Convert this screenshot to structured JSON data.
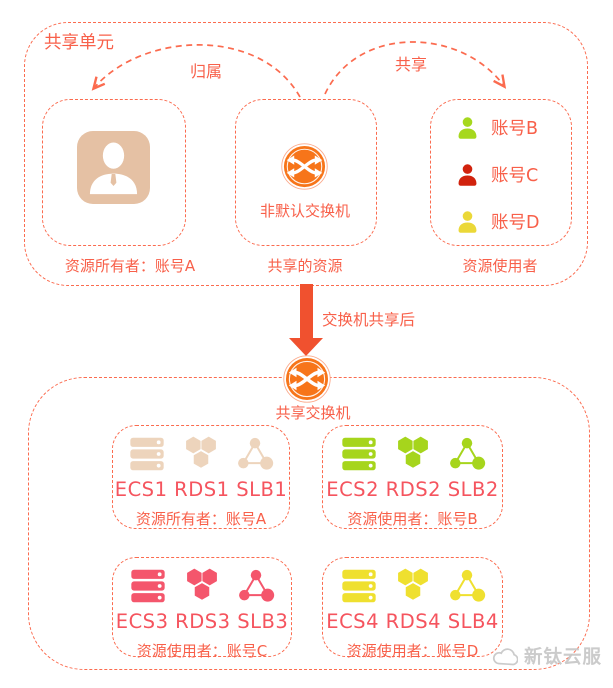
{
  "colors": {
    "accent": "#FB6B4F",
    "label_text": "#F8604A",
    "resource_text": "#F5545E",
    "switch_orange": "#F7751A",
    "arrow_red": "#F0512F",
    "avatar_tan": "#E5C1A4",
    "watermark_gray": "#C9C9C9"
  },
  "top_section": {
    "title": "共享单元",
    "belong_arrow_label": "归属",
    "share_arrow_label": "共享",
    "owner_box": {
      "caption": "资源所有者：账号A"
    },
    "switch_box": {
      "label": "非默认交换机",
      "caption": "共享的资源"
    },
    "users_box": {
      "caption": "资源使用者",
      "accounts": [
        {
          "label": "账号B",
          "color": "#A6D81E"
        },
        {
          "label": "账号C",
          "color": "#D1220D"
        },
        {
          "label": "账号D",
          "color": "#EBD838"
        }
      ]
    }
  },
  "transition": {
    "label": "交换机共享后"
  },
  "bottom_section": {
    "switch_label": "共享交换机",
    "groups": [
      {
        "resources": "ECS1 RDS1 SLB1",
        "caption": "资源所有者：账号A",
        "icon_color": "#EDD4BC"
      },
      {
        "resources": "ECS2 RDS2 SLB2",
        "caption": "资源使用者：账号B",
        "icon_color": "#A6D51C"
      },
      {
        "resources": "ECS3 RDS3 SLB3",
        "caption": "资源使用者：账号C",
        "icon_color": "#F4566C"
      },
      {
        "resources": "ECS4 RDS4 SLB4",
        "caption": "资源使用者：账号D",
        "icon_color": "#EFE02F"
      }
    ]
  },
  "watermark": {
    "brand": "新钛云服"
  }
}
